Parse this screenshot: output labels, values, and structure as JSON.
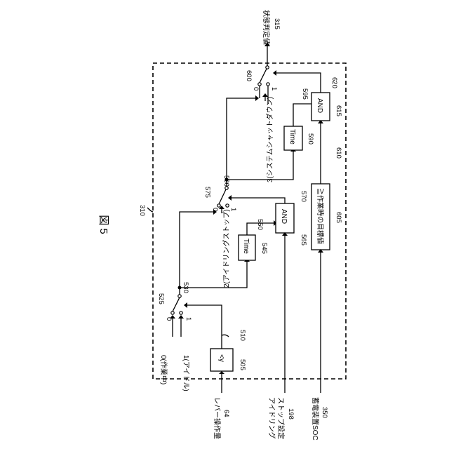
{
  "figure": {
    "title": "図 5"
  },
  "labels": {
    "block_ref": "310",
    "state_value": "状態判定値",
    "state_value_ref": "315",
    "lever_input": "レバー操作量",
    "lever_input_ref": "64",
    "idle_stop_input_l1": "アイドリング",
    "idle_stop_input_l2": "ストップ設定",
    "idle_stop_input_ref": "198",
    "soc_input": "蓄電装置SOC",
    "soc_input_ref": "350",
    "cmp_gamma": "<γ",
    "cmp_gamma_ref": "505",
    "cmp_gamma_out_ref": "510",
    "opt_working": "0(作業中)",
    "opt_idle": "1(アイドル)",
    "sw1_ref": "525",
    "sw1_out_ref": "530",
    "opt_idle_stop": "2(アイドリングストップ)",
    "time1": "Time",
    "time1_ref": "545",
    "time1_out_ref": "550",
    "and1": "AND",
    "and1_ref": "565",
    "and1_out_ref": "570",
    "sw2_ref": "575",
    "sw2_out_ref": "580",
    "sw2_in0": "0",
    "sw2_in1": "1",
    "opt_shutdown": "3(システムシャットダウン)",
    "time2": "Time",
    "time2_ref": "590",
    "time2_out_ref": "595",
    "cmp_target": "≧作業時の目標値",
    "cmp_target_ref": "605",
    "cmp_target_out_ref": "610",
    "and2": "AND",
    "and2_ref": "615",
    "and2_out_ref": "620",
    "sw3_ref": "600",
    "sw3_in0": "0",
    "sw3_in1": "1"
  }
}
